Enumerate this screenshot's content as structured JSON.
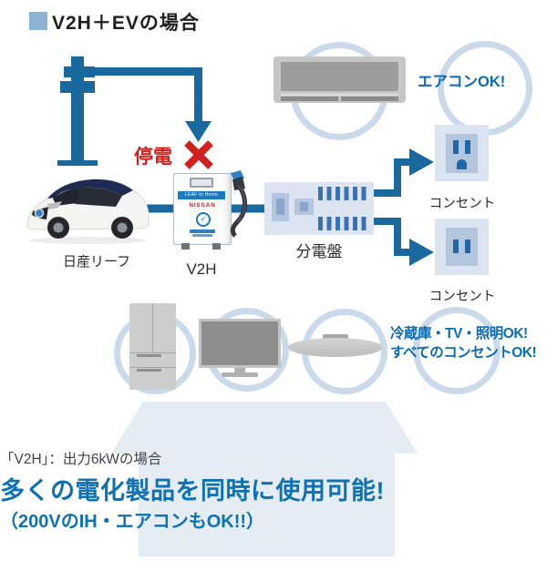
{
  "header": {
    "title": "V2H＋EVの場合"
  },
  "grid": {
    "outage_label": "停電"
  },
  "car": {
    "label": "日産リーフ"
  },
  "v2h": {
    "label": "V2H",
    "banner": "LEAF to Home",
    "brand": "NISSAN",
    "logo_glyph": "✓"
  },
  "board": {
    "label": "分電盤"
  },
  "outlets": {
    "top": {
      "label": "コンセント"
    },
    "bottom": {
      "label": "コンセント"
    }
  },
  "ac": {
    "callout": "エアコンOK!"
  },
  "appliance_callout": {
    "line1": "冷蔵庫・TV・照明OK!",
    "line2": "すべてのコンセントOK!"
  },
  "summary": {
    "condition": "「V2H」：出力6kWの場合",
    "headline": "多くの電化製品を同時に使用可能!",
    "subline": "（200VのIH・エアコンもOK!!）"
  },
  "colors": {
    "line_blue": "#19699f",
    "text_blue": "#0b6cb3",
    "alert_red": "#d2201f",
    "ring_blue": "#cbdaeb",
    "panel_blue": "#dce4f1"
  }
}
